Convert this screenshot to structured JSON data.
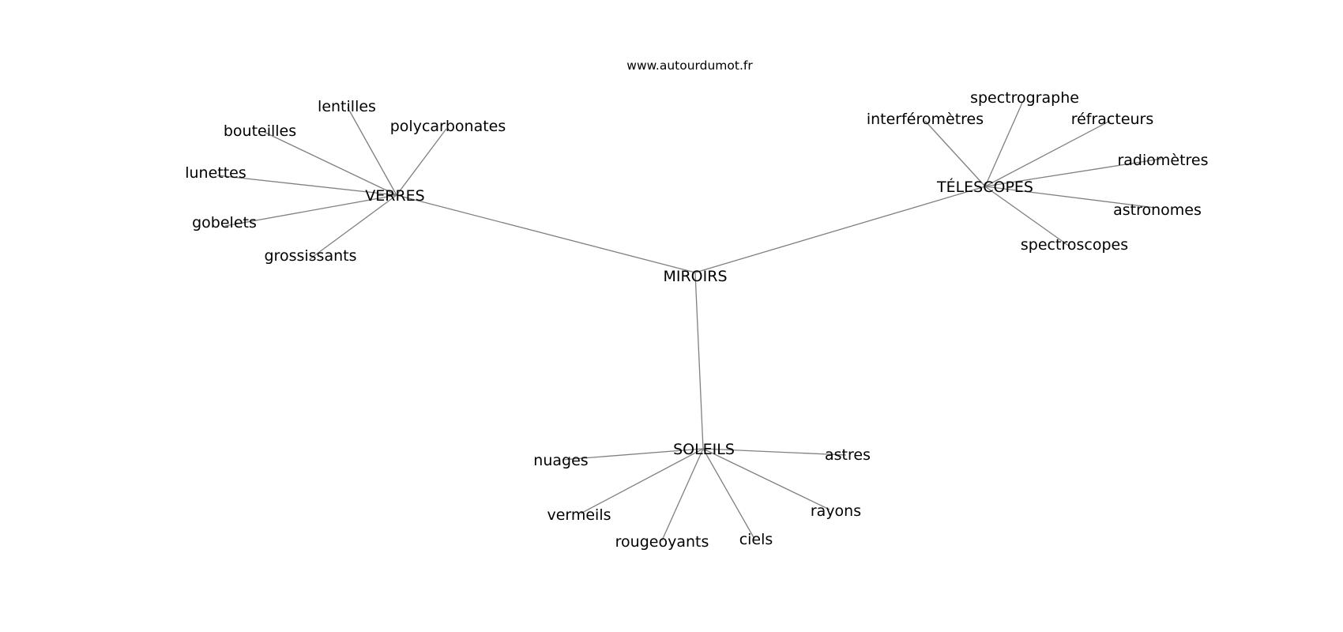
{
  "watermark": "www.autourdumot.fr",
  "root": "MIROIRS",
  "hubs": [
    {
      "id": "verres",
      "label": "VERRES",
      "leaves": [
        "lentilles",
        "polycarbonates",
        "bouteilles",
        "lunettes",
        "gobelets",
        "grossissants"
      ]
    },
    {
      "id": "telescopes",
      "label": "TÉLESCOPES",
      "leaves": [
        "spectrographe",
        "interféromètres",
        "réfracteurs",
        "radiomètres",
        "astronomes",
        "spectroscopes"
      ]
    },
    {
      "id": "soleils",
      "label": "SOLEILS",
      "leaves": [
        "nuages",
        "astres",
        "vermeils",
        "rayons",
        "rougeoyants",
        "ciels"
      ]
    }
  ]
}
